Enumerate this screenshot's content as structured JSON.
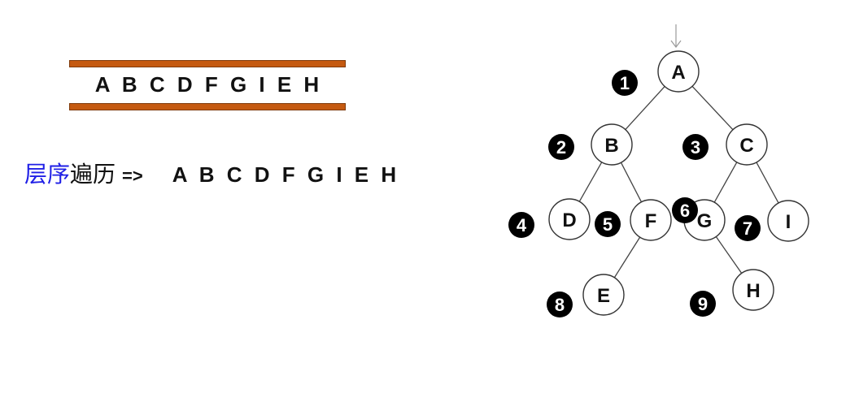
{
  "queue": {
    "sequence": "A B C D F G I E H"
  },
  "traversal": {
    "name_highlight": "层序",
    "name_rest": "遍历",
    "arrow": "=>",
    "sequence": "A B C D F G I E H"
  },
  "tree": {
    "nodes": [
      {
        "id": "A",
        "label": "A"
      },
      {
        "id": "B",
        "label": "B"
      },
      {
        "id": "C",
        "label": "C"
      },
      {
        "id": "D",
        "label": "D"
      },
      {
        "id": "F",
        "label": "F"
      },
      {
        "id": "G",
        "label": "G"
      },
      {
        "id": "I",
        "label": "I"
      },
      {
        "id": "E",
        "label": "E"
      },
      {
        "id": "H",
        "label": "H"
      }
    ],
    "edges": [
      [
        "A",
        "B"
      ],
      [
        "A",
        "C"
      ],
      [
        "B",
        "D"
      ],
      [
        "B",
        "F"
      ],
      [
        "C",
        "G"
      ],
      [
        "C",
        "I"
      ],
      [
        "F",
        "E"
      ],
      [
        "G",
        "H"
      ]
    ],
    "order_badges": [
      "1",
      "2",
      "3",
      "4",
      "5",
      "6",
      "7",
      "8",
      "9"
    ]
  }
}
